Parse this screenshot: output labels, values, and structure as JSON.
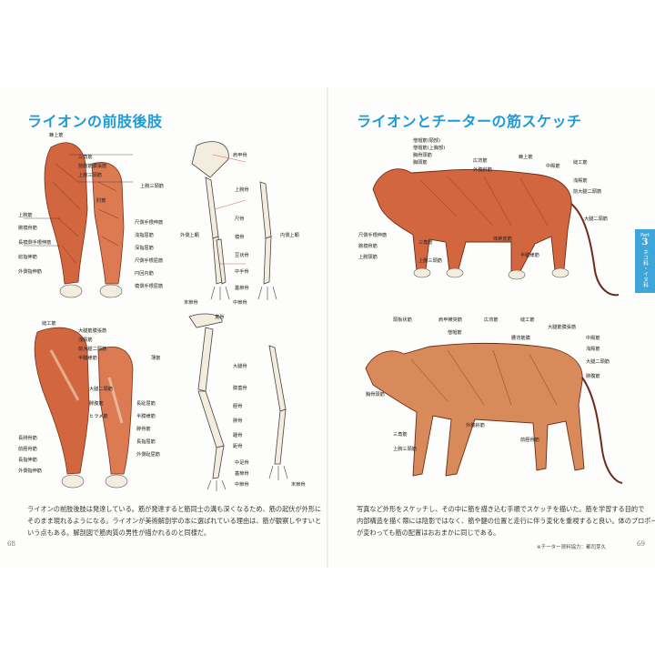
{
  "left_page": {
    "title": "ライオンの前肢後肢",
    "page_number": "68",
    "body_lines": [
      "ライオンの前肢後肢は発達している。筋が発達すると筋同士の溝も深くなるため、筋の起伏が外形に",
      "そのまま現れるようになる。ライオンが美術解剖学の本に選ばれている理由は、筋が観察しやすいと",
      "いう点もある。解剖図で筋肉質の男性が描かれるのと同様だ。"
    ],
    "fig_front_muscle_labels": [
      "棘上筋",
      "三角筋",
      "前腕筋膜張筋",
      "上腕三頭筋",
      "上腕筋",
      "腕橈骨筋",
      "長橈側手根伸筋",
      "総指伸筋",
      "外側指伸筋",
      "肘筋",
      "上腕三頭筋",
      "尺側手根伸筋",
      "浅指屈筋",
      "深指屈筋",
      "尺側手根屈筋",
      "円回内筋",
      "橈側手根屈筋"
    ],
    "fig_front_bone_labels": [
      "肩甲骨",
      "上腕骨",
      "尺骨",
      "橈骨",
      "豆状骨",
      "中手骨",
      "末節骨",
      "中節骨",
      "基節骨",
      "外側上顆",
      "内側上顆"
    ],
    "fig_hind_muscle_labels": [
      "縫工筋",
      "大腿筋膜張筋",
      "浅殿筋",
      "前大腿二頭筋",
      "半腱様筋",
      "大腿二頭筋",
      "薄筋",
      "腓腹筋",
      "ヒラメ筋",
      "長腓骨筋",
      "前脛骨筋",
      "長指伸筋",
      "外側指伸筋",
      "長趾屈筋",
      "半膜様筋",
      "腓骨筋",
      "長指屈筋",
      "外側趾屈筋"
    ],
    "fig_hind_bone_labels": [
      "寛骨",
      "大腿骨",
      "膝蓋骨",
      "脛骨",
      "腓骨",
      "踵骨",
      "距骨",
      "中足骨",
      "基節骨",
      "中節骨",
      "末節骨"
    ]
  },
  "right_page": {
    "title": "ライオンとチーターの筋スケッチ",
    "page_number": "69",
    "tab": {
      "part": "Part",
      "number": "3",
      "label": "ネコ科・イヌ科"
    },
    "body_lines": [
      "写真など外形をスケッチし、その中に筋を描き込む手順でスケッチを描いた。筋を学習する目的で",
      "内部構造を描く際には陰影ではなく、筋や腱の位置と走行に伴う変化を重視すると良い。体のプロポーション",
      "が変わっても筋の配置はおおまかに同じである。"
    ],
    "credit": "※チーター資料協力：都司芽久",
    "lion_labels": [
      "僧帽筋(頸部)",
      "僧帽筋(上胸部)",
      "胸骨頭筋",
      "棘上筋",
      "胸頭筋",
      "広背筋",
      "外腹斜筋",
      "縫工筋",
      "中殿筋",
      "浅殿筋",
      "前大腿二頭筋",
      "大腿二頭筋",
      "三角筋",
      "上腕三頭筋",
      "体幹皮筋",
      "尺側手根伸筋",
      "腕橈骨筋",
      "上腕頭筋",
      "半腱様筋"
    ],
    "cheetah_labels": [
      "頭板状筋",
      "肩甲横突筋",
      "広背筋",
      "縫工筋",
      "大腿筋膜張筋",
      "中殿筋",
      "浅殿筋",
      "大腿二頭筋",
      "胸骨頭筋",
      "僧帽筋",
      "腰背筋膜",
      "三角筋",
      "上腕三頭筋",
      "外腹斜筋",
      "前脛骨筋",
      "腓腹筋"
    ]
  },
  "colors": {
    "title": "#1e9bd7",
    "tab": "#3ea6d8",
    "muscle": "#d2663f",
    "muscle_dark": "#a8452a",
    "bone": "#f3ede0"
  }
}
